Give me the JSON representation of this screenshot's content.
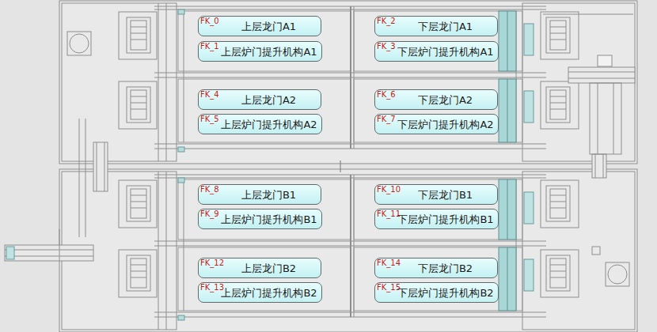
{
  "diagram": {
    "nodes": [
      {
        "text": [
          "FK_0",
          "上层龙门A1"
        ]
      },
      {
        "text": [
          "FK_2",
          "下层龙门A1"
        ]
      },
      {
        "text": [
          "FK_1",
          "上层炉门提升机构A1"
        ]
      },
      {
        "text": [
          "FK_3",
          "下层炉门提升机构A1"
        ]
      },
      {
        "text": [
          "FK_4",
          "上层龙门A2"
        ]
      },
      {
        "text": [
          "FK_6",
          "下层龙门A2"
        ]
      },
      {
        "text": [
          "FK_5",
          "上层炉门提升机构A2"
        ]
      },
      {
        "text": [
          "FK_7",
          "下层炉门提升机构A2"
        ]
      },
      {
        "text": [
          "FK_8",
          "上层龙门B1"
        ]
      },
      {
        "text": [
          "FK_10",
          "下层龙门B1"
        ]
      },
      {
        "text": [
          "FK_9",
          "上层炉门提升机构B1"
        ]
      },
      {
        "text": [
          "FK_11",
          "下层炉门提升机构B1"
        ]
      },
      {
        "text": [
          "FK_12",
          "上层龙门B2"
        ]
      },
      {
        "text": [
          "FK_14",
          "下层龙门B2"
        ]
      },
      {
        "text": [
          "FK_13",
          "上层炉门提升机构B2"
        ]
      },
      {
        "text": [
          "FK_15",
          "下层炉门提升机构B2"
        ]
      }
    ]
  }
}
